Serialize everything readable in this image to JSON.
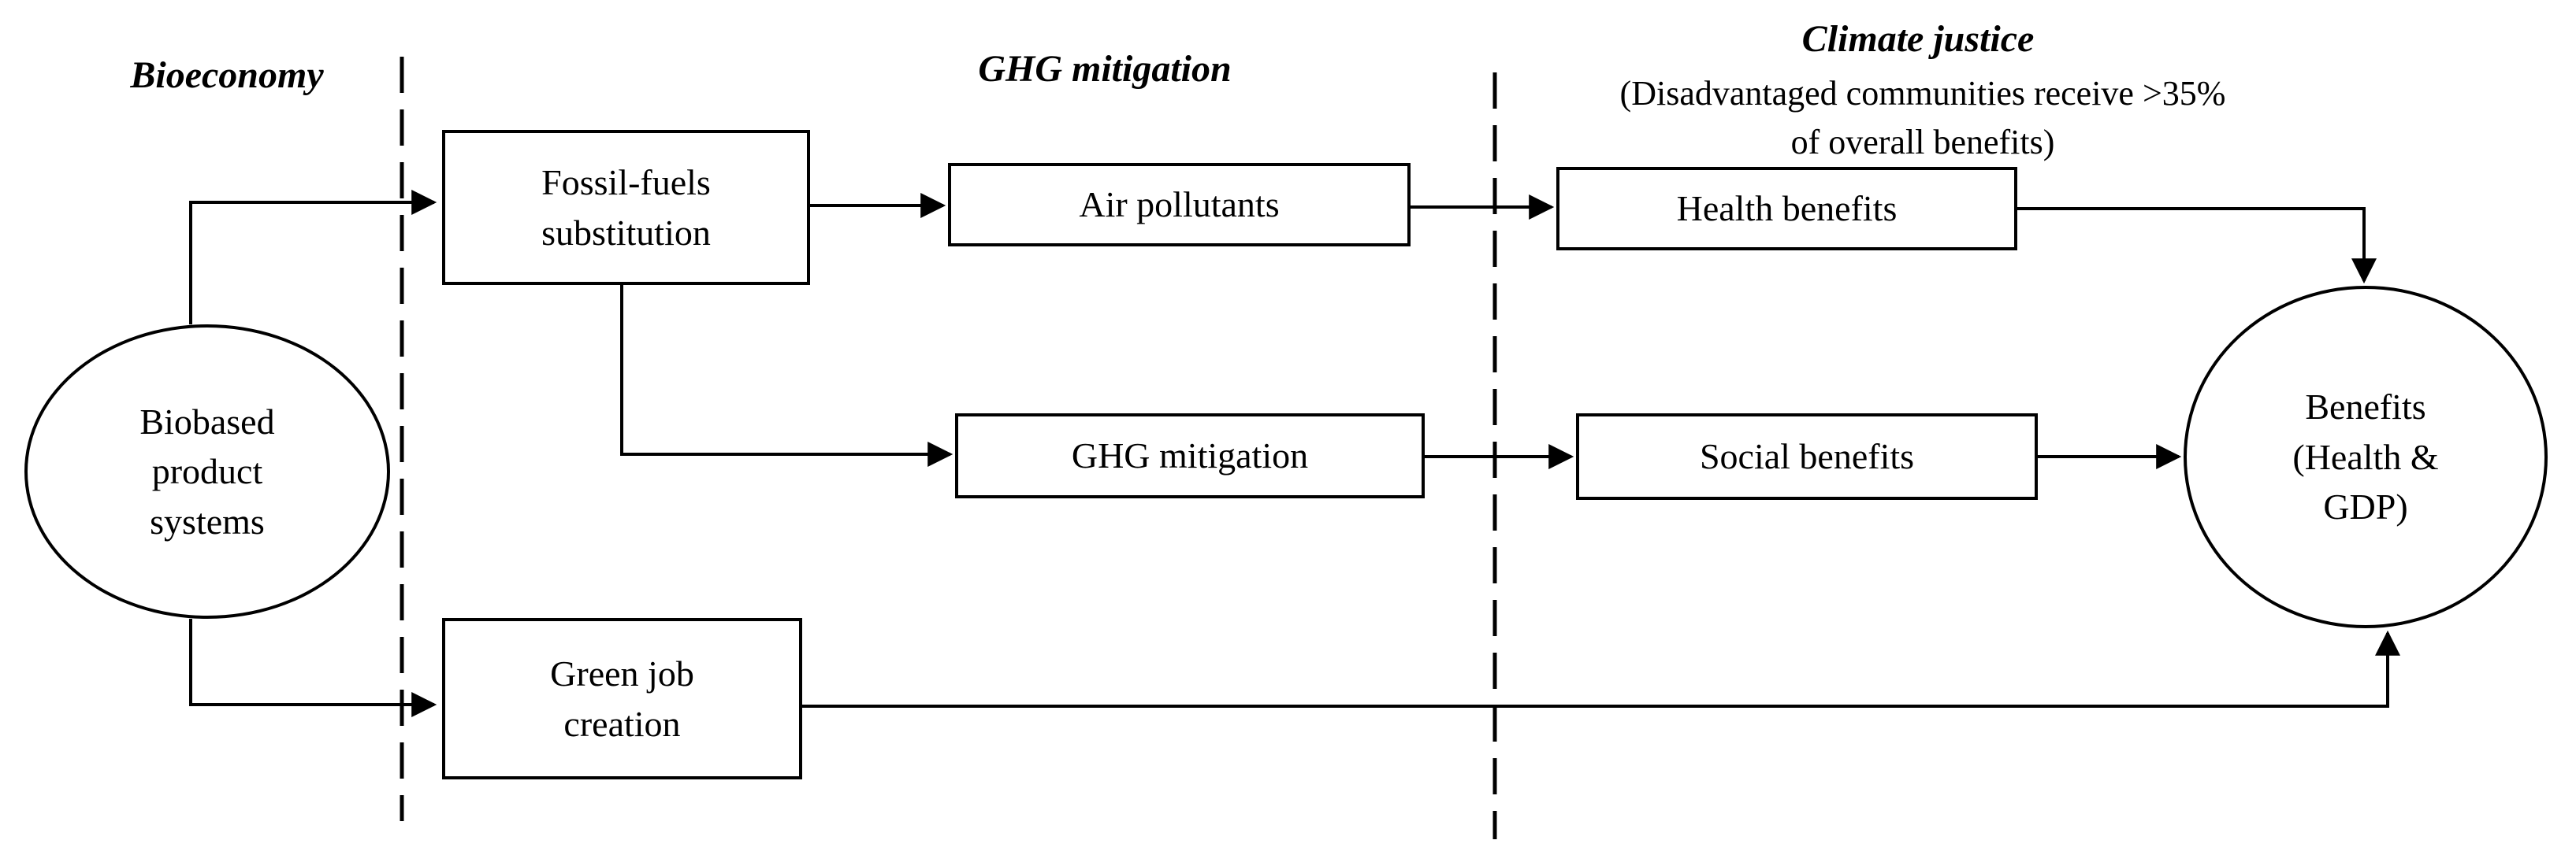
{
  "sections": [
    {
      "label": "Bioeconomy"
    },
    {
      "label": "GHG mitigation"
    },
    {
      "label": "Climate justice",
      "subtitle": "(Disadvantaged communities receive >35%\nof overall benefits)"
    }
  ],
  "nodes": {
    "biobased": {
      "label": "Biobased\nproduct\nsystems",
      "shape": "ellipse"
    },
    "fossil": {
      "label": "Fossil-fuels\nsubstitution",
      "shape": "rect"
    },
    "air_pollutants": {
      "label": "Air pollutants",
      "shape": "rect"
    },
    "ghg_mitigation": {
      "label": "GHG mitigation",
      "shape": "rect"
    },
    "health_benefits": {
      "label": "Health benefits",
      "shape": "rect"
    },
    "social_benefits": {
      "label": "Social benefits",
      "shape": "rect"
    },
    "green_job": {
      "label": "Green job\ncreation",
      "shape": "rect"
    },
    "benefits": {
      "label": "Benefits\n(Health &\nGDP)",
      "shape": "ellipse"
    }
  },
  "colors": {
    "stroke": "#000000",
    "background": "#ffffff",
    "text": "#000000"
  }
}
